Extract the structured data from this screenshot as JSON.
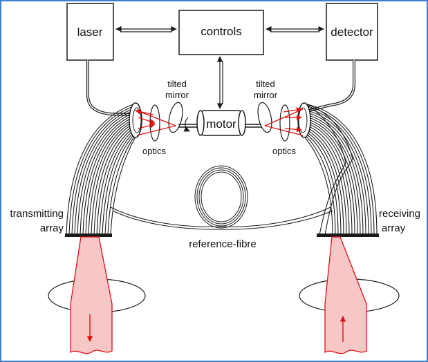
{
  "labels": {
    "laser": "laser",
    "controls": "controls",
    "detector": "detector",
    "tilted_left_1": "tilted",
    "tilted_left_2": "mirror",
    "tilted_right_1": "tilted",
    "tilted_right_2": "mirror",
    "motor": "motor",
    "optics_left": "optics",
    "optics_right": "optics",
    "transmitting_1": "transmitting",
    "transmitting_2": "array",
    "receiving_1": "receiving",
    "receiving_2": "array",
    "reference": "reference-fibre"
  },
  "colors": {
    "frame": "#3a7fd5",
    "ink": "#1a1a1a",
    "beam_red": "#e01010",
    "beam_fill": "#f7c6c6"
  }
}
